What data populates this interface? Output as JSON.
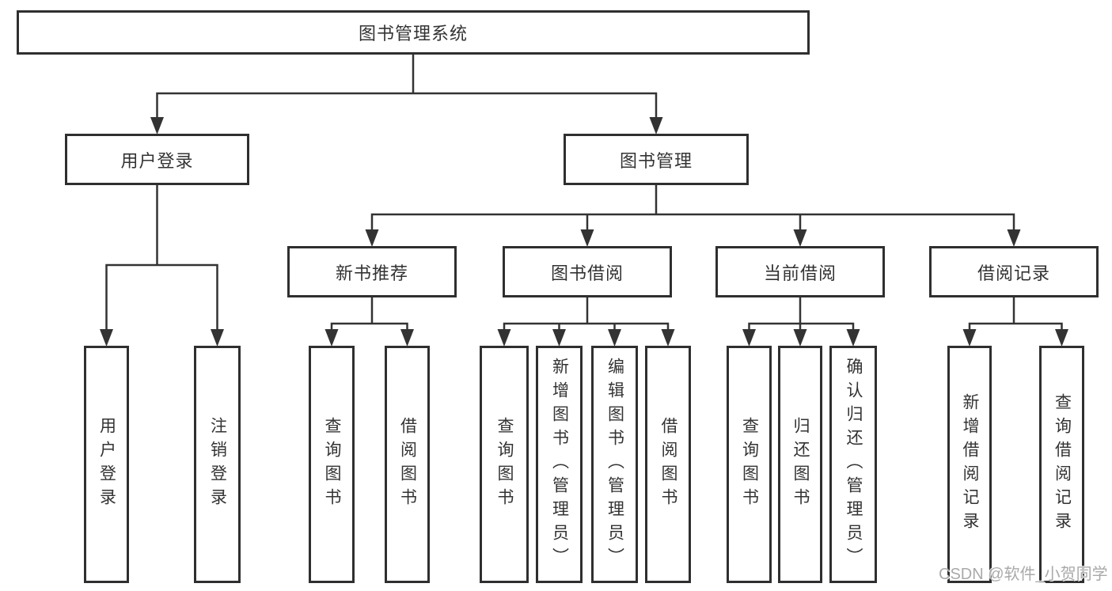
{
  "tree": {
    "root": {
      "label": "图书管理系统"
    },
    "branches": [
      {
        "label": "用户登录",
        "children": [
          {
            "label": "用户登录"
          },
          {
            "label": "注销登录"
          }
        ]
      },
      {
        "label": "图书管理",
        "groups": [
          {
            "label": "新书推荐",
            "children": [
              {
                "label": "查询图书"
              },
              {
                "label": "借阅图书"
              }
            ]
          },
          {
            "label": "图书借阅",
            "children": [
              {
                "label": "查询图书"
              },
              {
                "label": "新增图书（管理员）"
              },
              {
                "label": "编辑图书（管理员）"
              },
              {
                "label": "借阅图书"
              }
            ]
          },
          {
            "label": "当前借阅",
            "children": [
              {
                "label": "查询图书"
              },
              {
                "label": "归还图书"
              },
              {
                "label": "确认归还（管理员）"
              }
            ]
          },
          {
            "label": "借阅记录",
            "children": [
              {
                "label": "新增借阅记录"
              },
              {
                "label": "查询借阅记录"
              }
            ]
          }
        ]
      }
    ]
  },
  "watermark": {
    "text": "CSDN @软件_小贺同学"
  },
  "colors": {
    "background": "#ffffff",
    "line": "#333333",
    "box_border": "#2f2f2f",
    "text": "#333333",
    "watermark": "#a9a9a9"
  }
}
